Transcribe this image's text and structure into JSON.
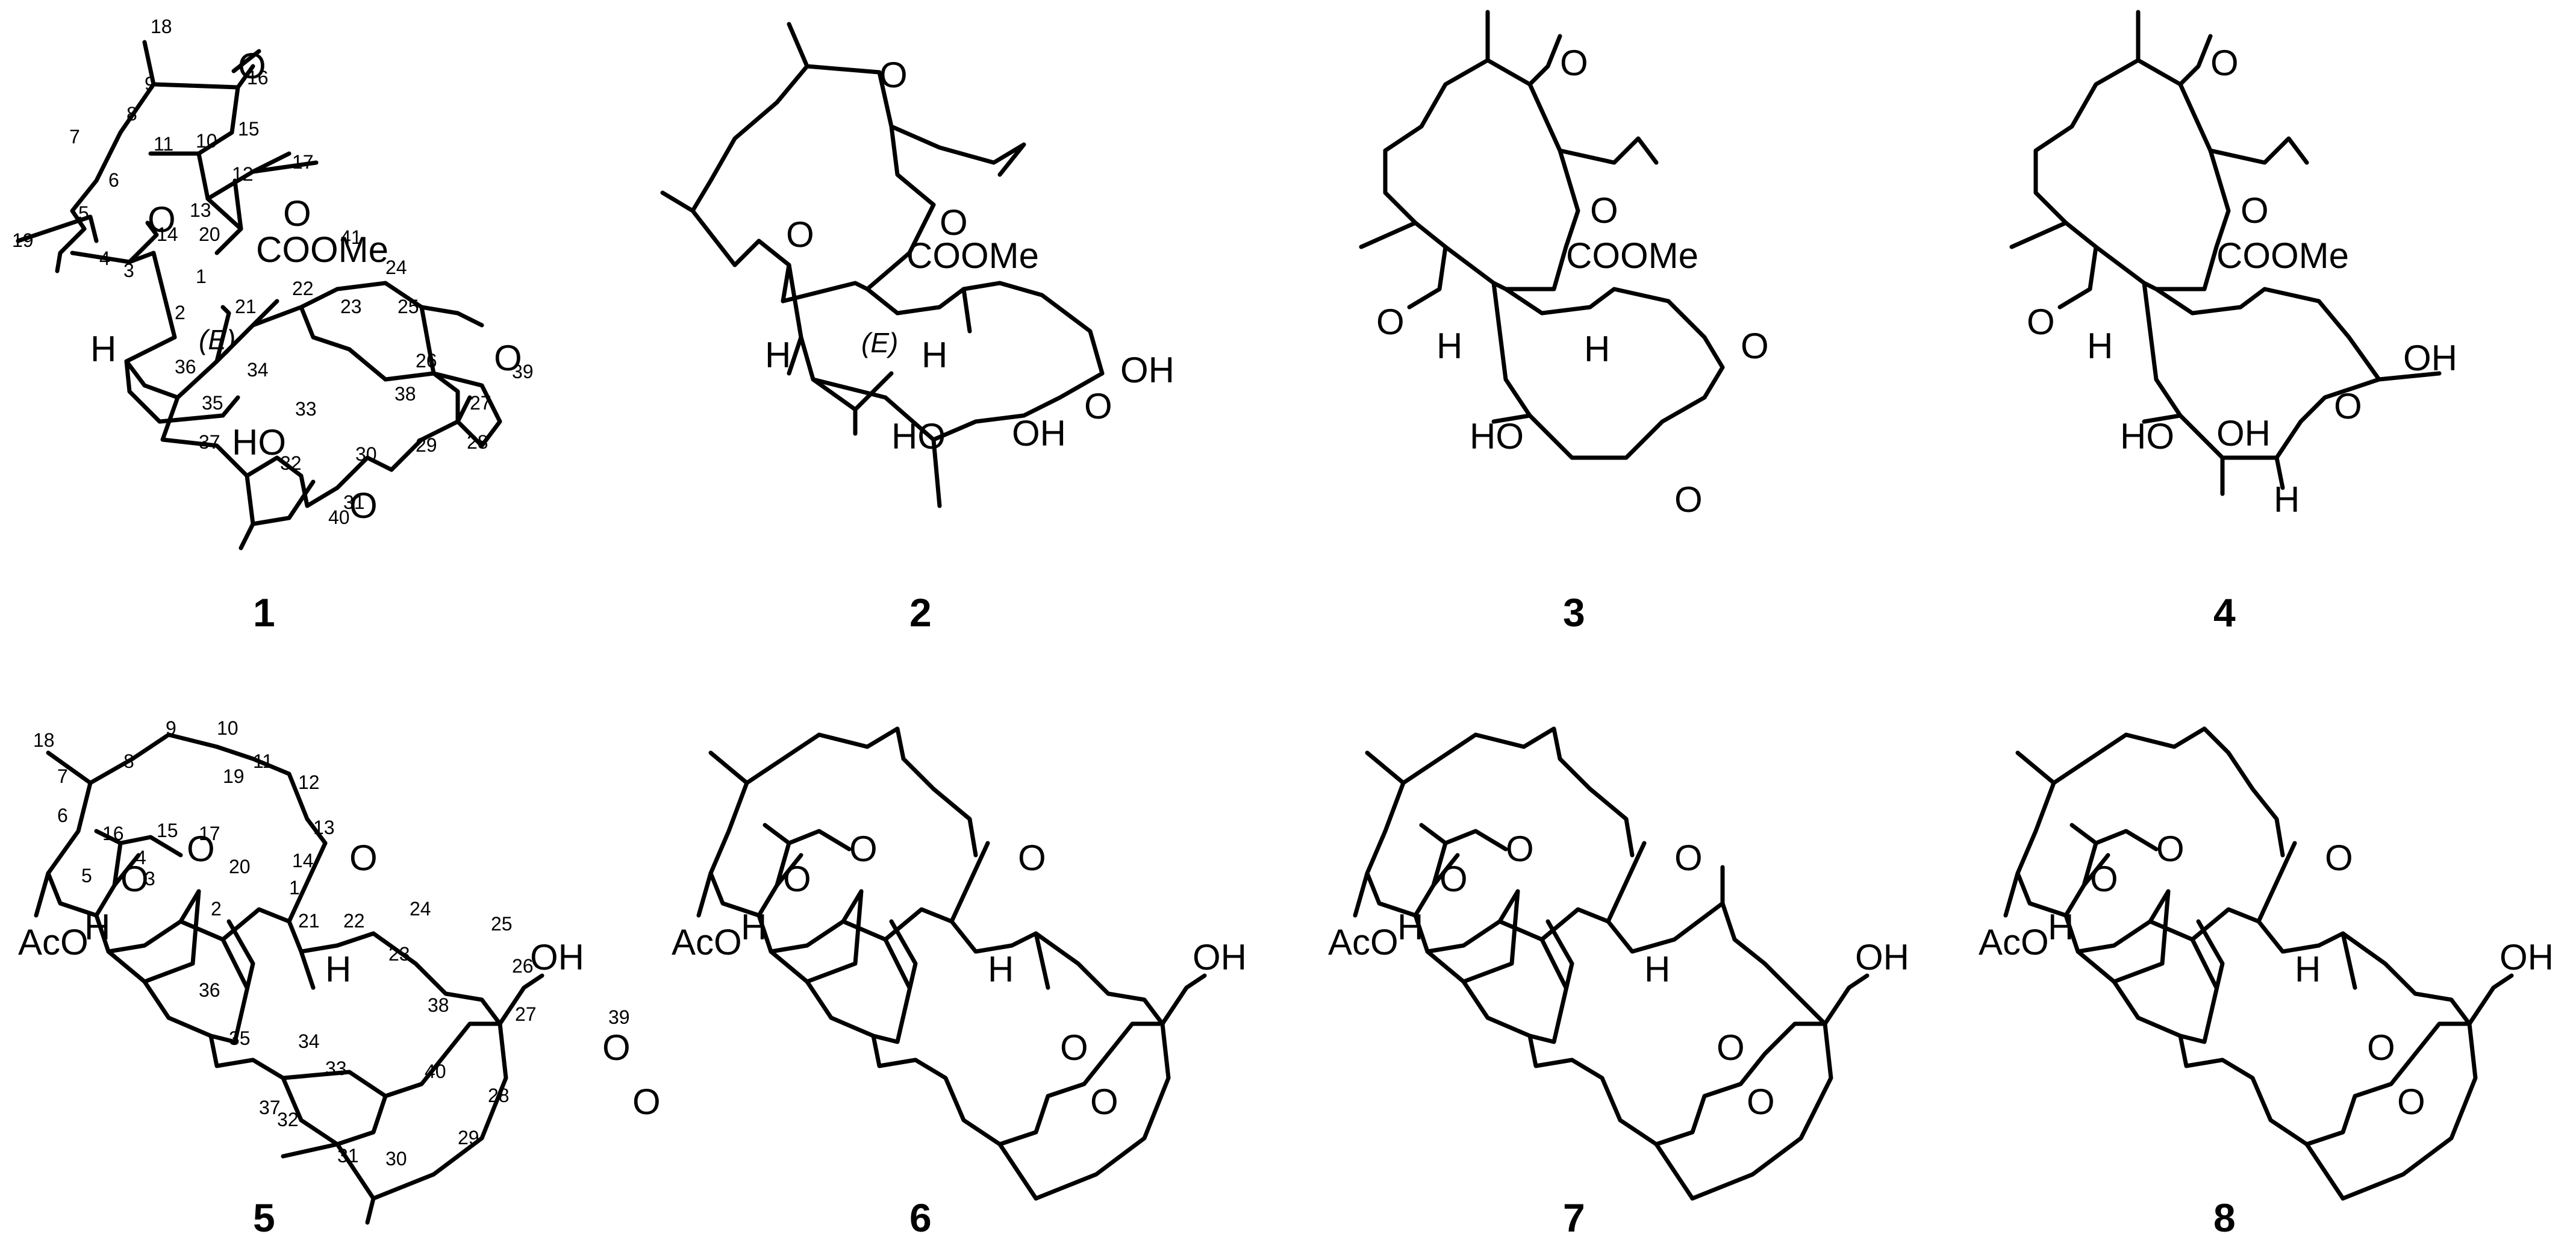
{
  "compounds": [
    {
      "label": "1",
      "atom_labels": [
        "H",
        "(E)",
        "O",
        "O",
        "O",
        "COOMe",
        "HO",
        "O",
        "O"
      ],
      "numbering": [
        "1",
        "2",
        "3",
        "4",
        "5",
        "6",
        "7",
        "8",
        "9",
        "10",
        "11",
        "12",
        "13",
        "14",
        "15",
        "16",
        "17",
        "18",
        "19",
        "20",
        "21",
        "22",
        "23",
        "24",
        "25",
        "26",
        "27",
        "28",
        "29",
        "30",
        "31",
        "32",
        "33",
        "34",
        "35",
        "36",
        "37",
        "38",
        "39",
        "40",
        "41"
      ]
    },
    {
      "label": "2",
      "atom_labels": [
        "O",
        "O",
        "O",
        "COOMe",
        "H",
        "H",
        "(E)",
        "OH",
        "O",
        "OH",
        "HO"
      ]
    },
    {
      "label": "3",
      "atom_labels": [
        "O",
        "O",
        "O",
        "COOMe",
        "H",
        "H",
        "O",
        "HO",
        "O"
      ]
    },
    {
      "label": "4",
      "atom_labels": [
        "O",
        "O",
        "O",
        "COOMe",
        "H",
        "OH",
        "O",
        "HO",
        "OH",
        "H"
      ]
    },
    {
      "label": "5",
      "atom_labels": [
        "AcO",
        "O",
        "O",
        "O",
        "H",
        "H",
        "OH",
        "O",
        "O"
      ],
      "numbering": [
        "1",
        "2",
        "3",
        "4",
        "5",
        "6",
        "7",
        "8",
        "9",
        "10",
        "11",
        "12",
        "13",
        "14",
        "15",
        "16",
        "17",
        "18",
        "19",
        "20",
        "21",
        "22",
        "23",
        "24",
        "25",
        "26",
        "27",
        "28",
        "29",
        "30",
        "31",
        "32",
        "33",
        "34",
        "35",
        "36",
        "37",
        "38",
        "39",
        "40"
      ]
    },
    {
      "label": "6",
      "atom_labels": [
        "AcO",
        "O",
        "O",
        "O",
        "H",
        "H",
        "OH",
        "O",
        "O"
      ]
    },
    {
      "label": "7",
      "atom_labels": [
        "AcO",
        "O",
        "O",
        "O",
        "H",
        "H",
        "OH",
        "O",
        "O"
      ]
    },
    {
      "label": "8",
      "atom_labels": [
        "AcO",
        "O",
        "O",
        "O",
        "H",
        "H",
        "OH",
        "O",
        "O"
      ]
    }
  ],
  "colors": {
    "ink": "#000000",
    "background": "#ffffff"
  }
}
